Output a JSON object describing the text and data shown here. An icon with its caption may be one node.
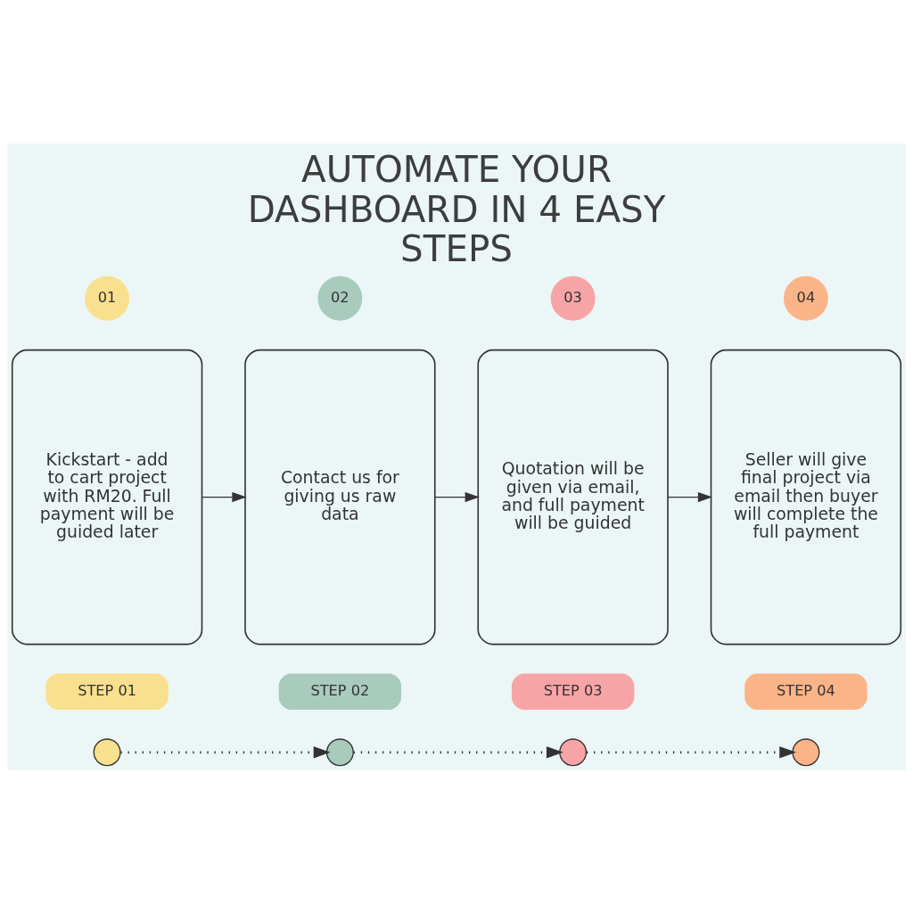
{
  "diagram": {
    "title": "AUTOMATE YOUR DASHBOARD IN 4 EASY STEPS",
    "nodes": [
      {
        "text": [
          "01"
        ]
      },
      {
        "text": [
          "Kickstart - add to cart project with RM20. Full payment will be guided later"
        ]
      },
      {
        "text": [
          "02"
        ]
      },
      {
        "text": [
          "Contact us for giving us raw data"
        ]
      },
      {
        "text": [
          "03"
        ]
      },
      {
        "text": [
          "Quotation will be given via email, and full payment will be guided"
        ]
      },
      {
        "text": [
          "04"
        ]
      },
      {
        "text": [
          "Seller will give final project via email then buyer will complete the full payment"
        ]
      },
      {
        "text": [
          "STEP 01"
        ]
      },
      {
        "text": [
          "STEP 02"
        ]
      },
      {
        "text": [
          "STEP 03"
        ]
      },
      {
        "text": [
          "STEP 04"
        ]
      },
      {
        "text": [],
        "shape": "circle"
      },
      {
        "text": [],
        "shape": "circle"
      },
      {
        "text": [],
        "shape": "circle"
      },
      {
        "text": [],
        "shape": "circle"
      }
    ],
    "edges": [
      {
        "from": 1,
        "to": 3,
        "arrow": "to"
      },
      {
        "from": 3,
        "to": 5,
        "arrow": "to"
      },
      {
        "from": 5,
        "to": 7,
        "arrow": "to"
      },
      {
        "from": 12,
        "to": 13,
        "arrow": "to",
        "style": "dashed"
      },
      {
        "from": 13,
        "to": 14,
        "arrow": "to",
        "style": "dashed"
      },
      {
        "from": 14,
        "to": 15,
        "arrow": "to",
        "style": "dashed"
      }
    ]
  }
}
